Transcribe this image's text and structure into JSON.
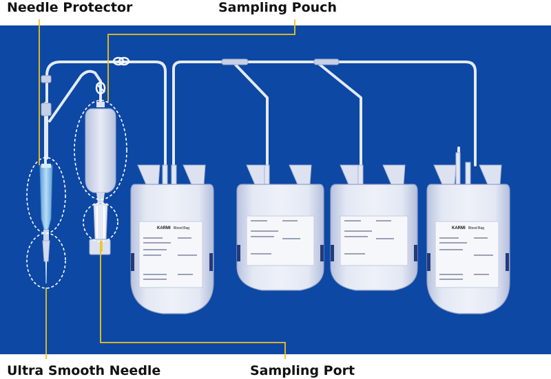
{
  "callouts": {
    "needle_protector": "Needle Protector",
    "sampling_pouch": "Sampling Pouch",
    "ultra_smooth_needle": "Ultra Smooth Needle",
    "sampling_port": "Sampling Port"
  },
  "bag_labels": {
    "brand": "KARMI",
    "product": "Blood Bag"
  },
  "colors": {
    "background_panel": "#0d48a4",
    "callout_line": "#f2c417",
    "tubing": "#e4eaf5",
    "bag_fill": "#d6dcee",
    "needle_hub": "#8fc4ea",
    "highlight_dash": "#ffffff"
  }
}
